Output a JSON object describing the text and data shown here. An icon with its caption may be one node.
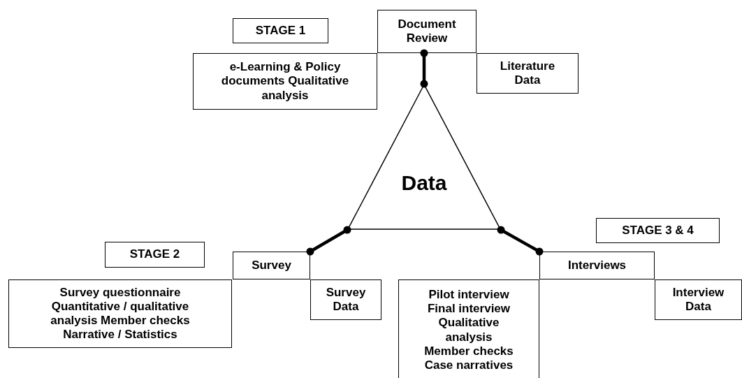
{
  "diagram": {
    "nodes": [
      {
        "text": [
          "Document Review"
        ]
      },
      {
        "text": [
          "STAGE 1"
        ]
      },
      {
        "text": [
          "e-Learning & Policy documents Qualitative analysis"
        ]
      },
      {
        "text": [
          "Literature Data"
        ]
      },
      {
        "text": [
          "Data"
        ]
      },
      {
        "text": [
          "STAGE 3 & 4"
        ]
      },
      {
        "text": [
          "STAGE 2"
        ]
      },
      {
        "text": [
          "Survey"
        ]
      },
      {
        "text": [
          "Interviews"
        ]
      },
      {
        "text": [
          "Survey questionnaire Quantitative / qualitative analysis Member checks Narrative / Statistics"
        ]
      },
      {
        "text": [
          "Survey Data"
        ]
      },
      {
        "text": [
          "Pilot interview Final interview Qualitative analysis Member checks Case narratives"
        ]
      },
      {
        "text": [
          "Interview Data"
        ]
      }
    ],
    "edges": [
      {
        "from": 0,
        "to": 4,
        "arrow": "other"
      },
      {
        "from": 7,
        "to": 4,
        "arrow": "other"
      },
      {
        "from": 8,
        "to": 4,
        "arrow": "other"
      }
    ]
  }
}
